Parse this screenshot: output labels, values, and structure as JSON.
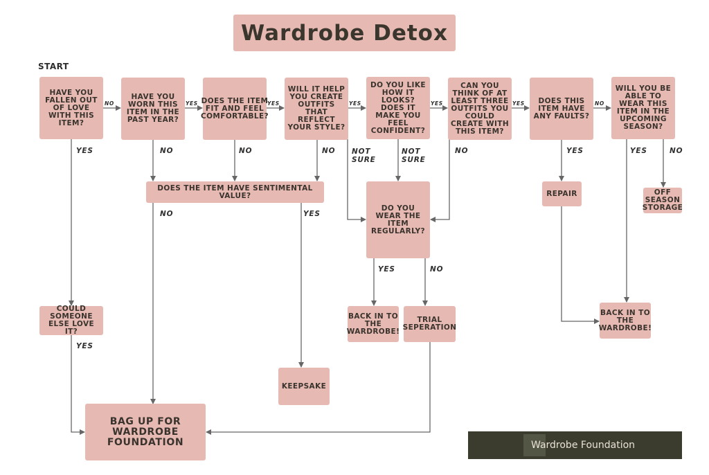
{
  "title": "Wardrobe Detox",
  "start_label": "START",
  "nodes": {
    "q_fallen_out": "HAVE YOU FALLEN OUT OF LOVE WITH THIS ITEM?",
    "q_worn": "HAVE YOU WORN THIS ITEM IN THE PAST YEAR?",
    "q_fit": "DOES THE ITEM FIT AND FEEL COMFORTABLE?",
    "q_outfits_style": "WILL IT HELP YOU CREATE OUTFITS THAT REFLECT YOUR STYLE?",
    "q_like_looks": "DO YOU LIKE HOW IT LOOKS? DOES IT MAKE YOU FEEL CONFIDENT?",
    "q_three_outfits": "CAN YOU THINK OF AT LEAST THREE OUTFITS YOU COULD CREATE WITH THIS ITEM?",
    "q_faults": "DOES THIS ITEM HAVE ANY FAULTS?",
    "q_season": "WILL YOU BE ABLE TO WEAR THIS ITEM IN THE UPCOMING SEASON?",
    "q_sentimental": "DOES THE ITEM HAVE SENTIMENTAL VALUE?",
    "q_wear_regularly": "DO YOU WEAR THE ITEM REGULARLY?",
    "q_someone_else": "COULD SOMEONE ELSE LOVE IT?",
    "a_repair": "REPAIR",
    "a_off_season": "OFF SEASON STORAGE",
    "a_back_wardrobe_1": "BACK IN TO THE WARDROBE!",
    "a_trial": "TRIAL SEPERATION",
    "a_back_wardrobe_2": "BACK IN TO THE WARDROBE!",
    "a_keepsake": "KEEPSAKE",
    "a_bag_up": "BAG UP FOR WARDROBE FOUNDATION"
  },
  "edge_labels": {
    "e1": "NO",
    "e2": "YES",
    "e3": "YES",
    "e4": "YES",
    "e5": "YES",
    "e6": "YES",
    "e7": "NO",
    "fallen_yes": "YES",
    "worn_no": "NO",
    "fit_no": "NO",
    "style_no": "NO",
    "style_notsure": "NOT SURE",
    "looks_notsure": "NOT SURE",
    "three_no": "NO",
    "faults_yes": "YES",
    "season_yes": "YES",
    "season_no": "NO",
    "sent_no": "NO",
    "sent_yes": "YES",
    "regular_yes": "YES",
    "regular_no": "NO",
    "someone_yes": "YES"
  },
  "footer": "Wardrobe Foundation",
  "colors": {
    "box": "#e6bab2",
    "arrow": "#666666",
    "footer_bg": "#3b3b2e"
  }
}
